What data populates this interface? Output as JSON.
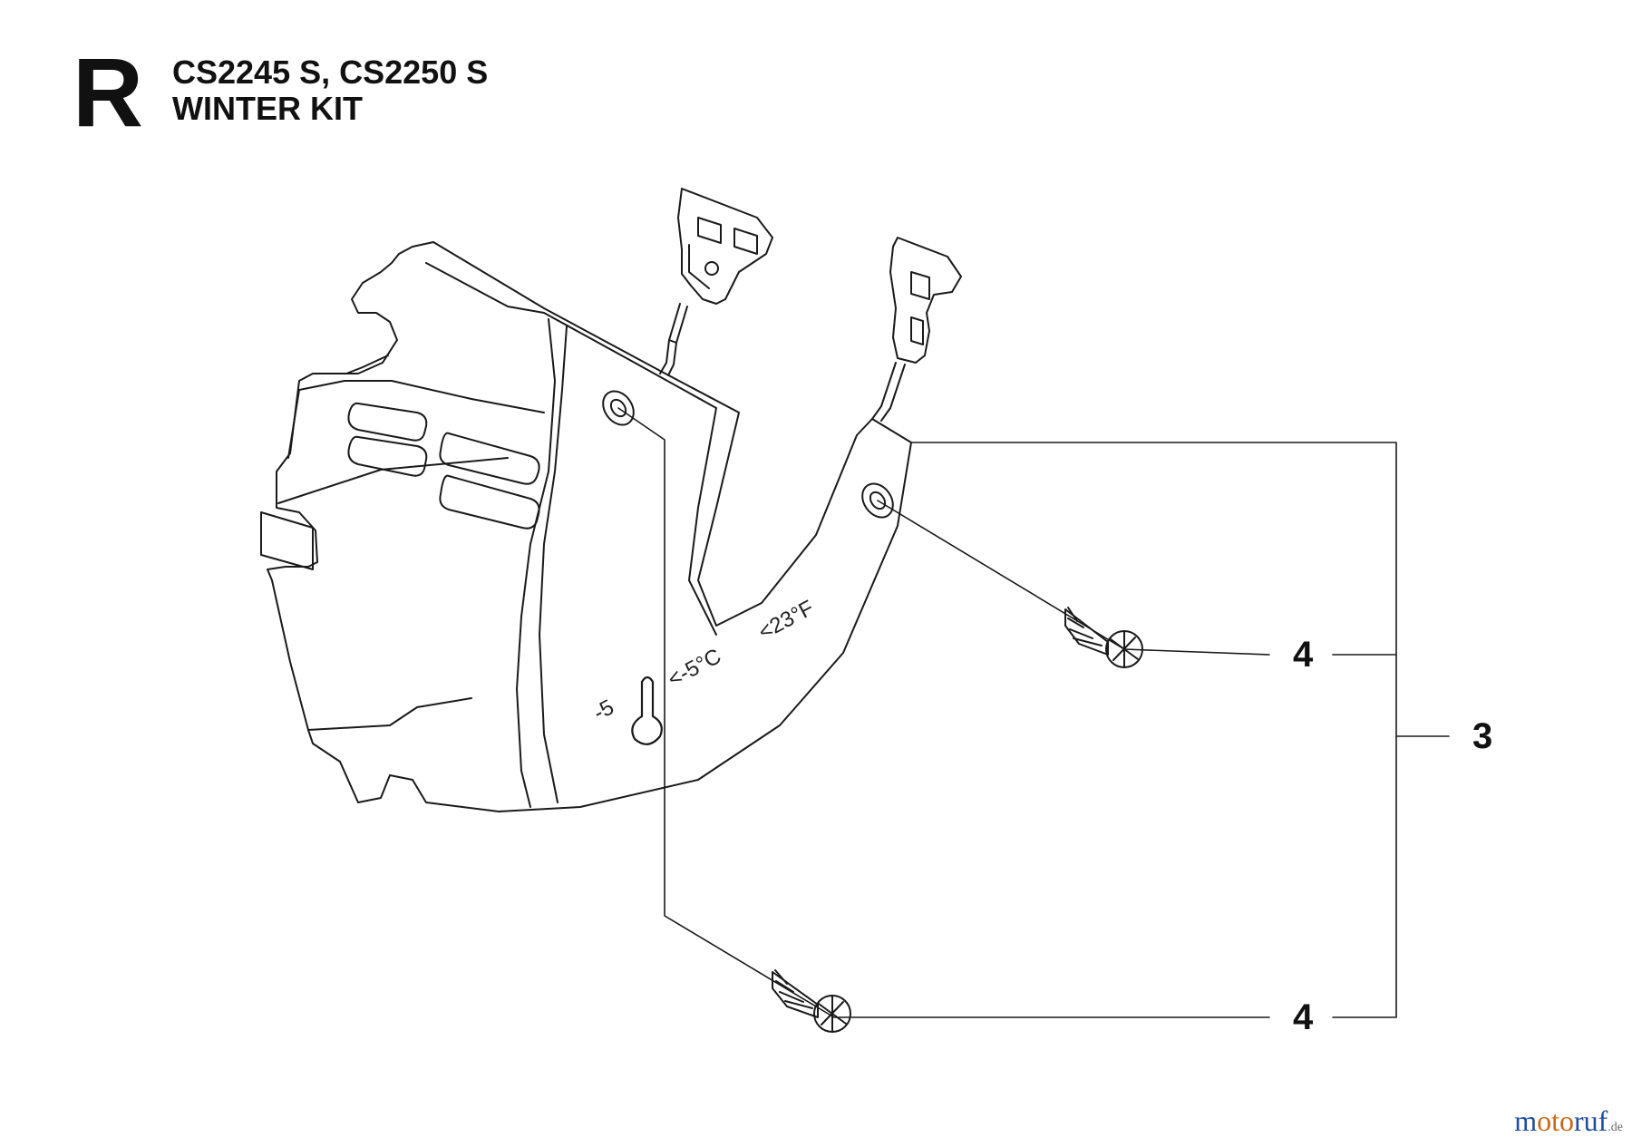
{
  "header": {
    "section_letter": "R",
    "models": "CS2245 S, CS2250 S",
    "title": "WINTER KIT"
  },
  "engraving": {
    "left": "-5",
    "temp_c": "<-5°C",
    "temp_f": "<23°F"
  },
  "callouts": {
    "screw_upper": "4",
    "screw_lower": "4",
    "kit": "3"
  },
  "watermark": {
    "brand_m": "m",
    "brand_oto": "oto",
    "brand_ruf": "ruf",
    "domain": ".de",
    "colors": {
      "primary": "#1f4e9c",
      "accent": "#c96a1a"
    }
  }
}
